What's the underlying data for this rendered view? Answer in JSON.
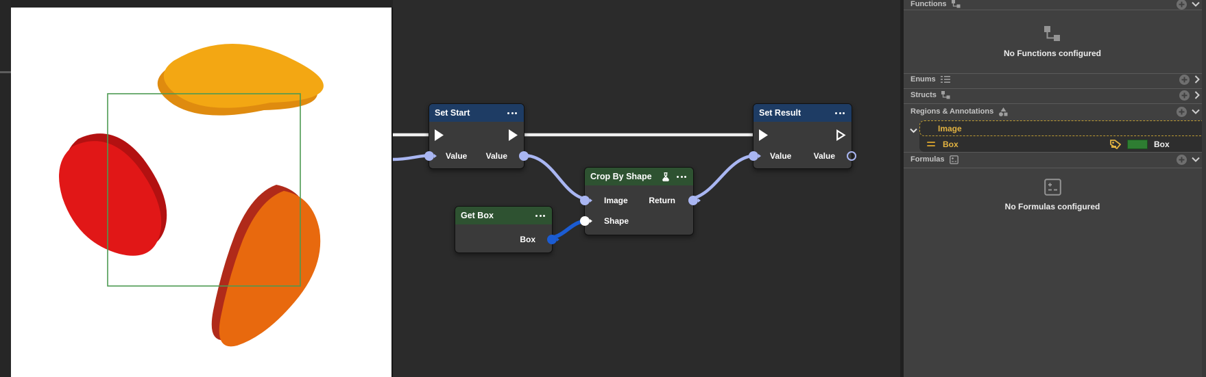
{
  "graph": {
    "nodes": {
      "set_start": {
        "title": "Set Start"
      },
      "get_box": {
        "title": "Get Box"
      },
      "crop_by_shape": {
        "title": "Crop By Shape"
      },
      "set_result": {
        "title": "Set Result"
      }
    },
    "ports": {
      "value": "Value",
      "image": "Image",
      "return": "Return",
      "shape": "Shape",
      "box": "Box"
    }
  },
  "panel": {
    "functions": {
      "label": "Functions",
      "empty": "No Functions configured"
    },
    "enums": {
      "label": "Enums"
    },
    "structs": {
      "label": "Structs"
    },
    "regions": {
      "label": "Regions & Annotations"
    },
    "tree": {
      "image": "Image",
      "box": "Box",
      "box_value": "Box"
    },
    "formulas": {
      "label": "Formulas",
      "empty": "No Formulas configured"
    }
  },
  "colors": {
    "exec_wire": "#f0f0f0",
    "value_wire": "#a9b6f2",
    "box_wire": "#1b5cd3",
    "node_header_blue": "#1e3c64",
    "node_header_green": "#2e5231",
    "selection_yellow": "#e3b341",
    "region_chip_green": "#2e7d32",
    "annotation_box_green": "#4c9a52",
    "blob_yellow": "#f3a713",
    "blob_yellow_shade": "#df8b0f",
    "blob_red": "#e11717",
    "blob_red_shade": "#b31111",
    "blob_orange": "#e8690e",
    "blob_orange_shade": "#b02a1a"
  }
}
